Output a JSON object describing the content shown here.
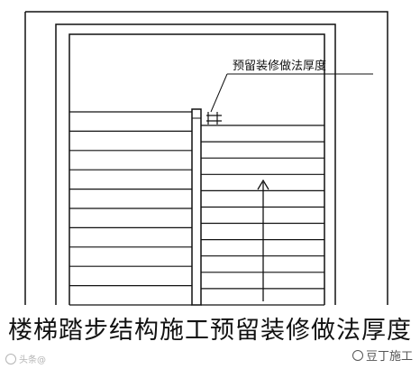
{
  "diagram": {
    "annotation_label": "预留装修做法厚度",
    "left_flight_steps": 10,
    "right_flight_steps": 11,
    "line_color": "#111111",
    "arrow_direction": "up"
  },
  "caption": "楼梯踏步结构施工预留装修做法厚度",
  "watermark": {
    "left_text": "头条@",
    "right_text": "豆丁施工"
  }
}
